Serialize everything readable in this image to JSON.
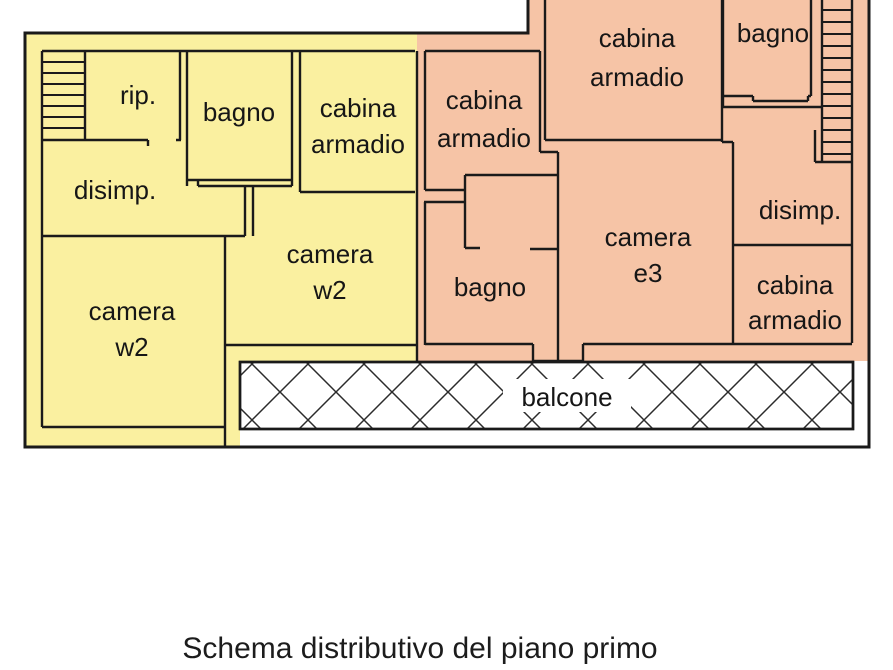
{
  "caption": "Schema distributivo del piano primo",
  "colors": {
    "background": "#ffffff",
    "apartment_west_fill": "#FAF0A0",
    "apartment_east_fill": "#F6C4A6",
    "wall": "#1a1a1a",
    "balcone_fill": "#ffffff"
  },
  "apartments": {
    "west": {
      "rooms": {
        "rip": {
          "label": "rip."
        },
        "bagno": {
          "label": "bagno"
        },
        "cabina_armadio": {
          "line1": "cabina",
          "line2": "armadio"
        },
        "disimp": {
          "label": "disimp."
        },
        "camera_w2_upper": {
          "line1": "camera",
          "line2": "w2"
        },
        "camera_w2_lower": {
          "line1": "camera",
          "line2": "w2"
        }
      }
    },
    "east": {
      "rooms": {
        "cabina_armadio_upper": {
          "line1": "cabina",
          "line2": "armadio"
        },
        "cabina_armadio_top": {
          "line1": "cabina",
          "line2": "armadio"
        },
        "bagno_top": {
          "label": "bagno"
        },
        "bagno": {
          "label": "bagno"
        },
        "camera_e3": {
          "line1": "camera",
          "line2": "e3"
        },
        "disimp": {
          "label": "disimp."
        },
        "cabina_armadio_lower": {
          "line1": "cabina",
          "line2": "armadio"
        }
      }
    }
  },
  "balcone": {
    "label": "balcone"
  }
}
